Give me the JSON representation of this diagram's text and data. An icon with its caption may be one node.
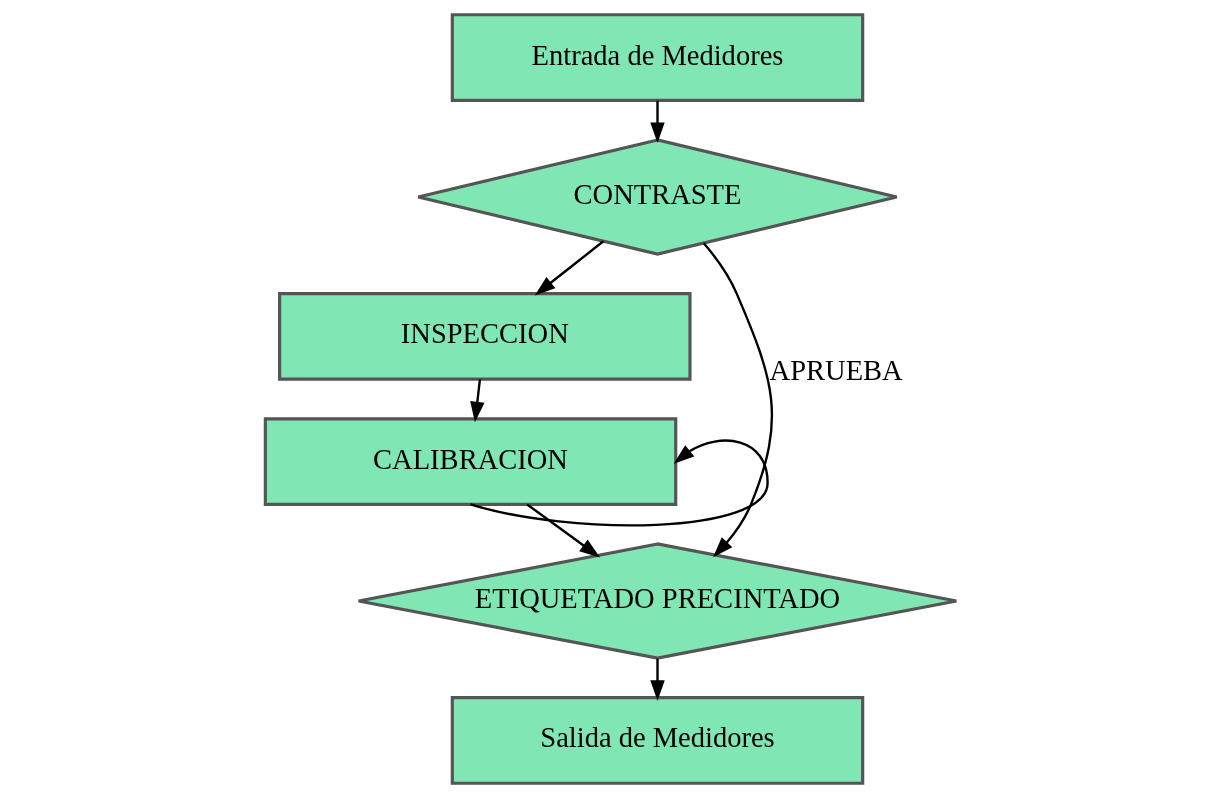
{
  "diagram": {
    "nodes": [
      {
        "text": [
          "Entrada de Medidores"
        ]
      },
      {
        "text": [
          "CONTRASTE"
        ]
      },
      {
        "text": [
          "INSPECCION"
        ]
      },
      {
        "text": [
          "CALIBRACION"
        ]
      },
      {
        "text": [
          "ETIQUETADO PRECINTADO"
        ]
      },
      {
        "text": [
          "Salida de Medidores"
        ]
      }
    ],
    "edges": [
      {
        "from": 0,
        "to": 1,
        "arrow": "to"
      },
      {
        "from": 1,
        "to": 2,
        "arrow": "to"
      },
      {
        "from": 2,
        "to": 3,
        "arrow": "to"
      },
      {
        "from": 3,
        "to": 4,
        "arrow": "to"
      },
      {
        "from": 3,
        "to": 3,
        "arrow": "to"
      },
      {
        "from": 1,
        "to": 4,
        "arrow": "to",
        "label": "APRUEBA"
      },
      {
        "from": 4,
        "to": 5,
        "arrow": "to"
      }
    ]
  }
}
